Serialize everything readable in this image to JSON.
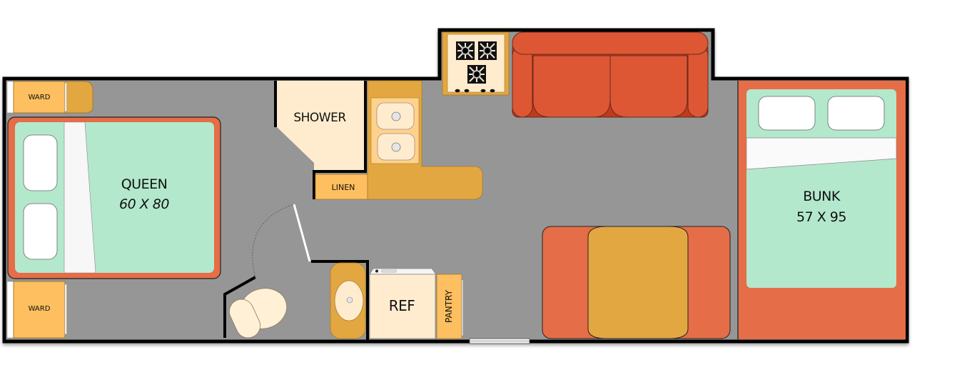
{
  "title": "RV floor plan",
  "colors": {
    "floor": "#969696",
    "wall": "#000000",
    "mattress": "#b3e8cc",
    "bed_frame": "#e56d47",
    "cabinet": "#fdbf5f",
    "counter": "#e3a741",
    "cream": "#ffecce",
    "sofa": "#dd5735",
    "dinette_seat": "#e56d47",
    "dinette_table": "#e3a741"
  },
  "rooms": {
    "queen_bed": {
      "name": "QUEEN",
      "size": "60 X 80"
    },
    "bunk_bed": {
      "name": "BUNK",
      "size": "57 X 95"
    },
    "shower": {
      "label": "SHOWER"
    },
    "linen": {
      "label": "LINEN"
    },
    "wardrobe_top": {
      "label": "WARD"
    },
    "wardrobe_bottom": {
      "label": "WARD"
    },
    "refrigerator": {
      "label": "REF"
    },
    "pantry": {
      "label": "PANTRY"
    }
  },
  "fixtures": {
    "stove_burners": 3,
    "stove_knobs": 4,
    "kitchen_sink_basins": 2
  }
}
